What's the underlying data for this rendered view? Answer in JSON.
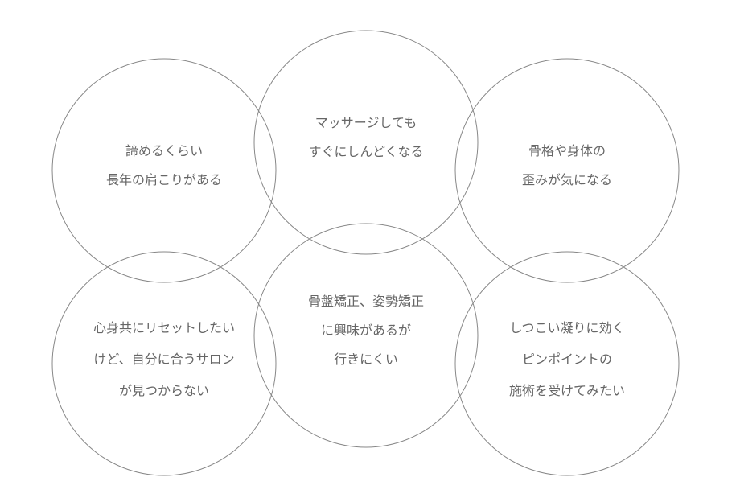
{
  "circles": [
    {
      "lines": [
        "諦めるくらい",
        "長年の肩こりがある"
      ]
    },
    {
      "lines": [
        "マッサージしても",
        "すぐにしんどくなる"
      ]
    },
    {
      "lines": [
        "骨格や身体の",
        "歪みが気になる"
      ]
    },
    {
      "lines": [
        "心身共にリセットしたい",
        "けど、自分に合うサロン",
        "が見つからない"
      ]
    },
    {
      "lines": [
        "骨盤矯正、姿勢矯正",
        "に興味があるが",
        "行きにくい"
      ]
    },
    {
      "lines": [
        "しつこい凝りに効く",
        "ピンポイントの",
        "施術を受けてみたい"
      ]
    }
  ]
}
